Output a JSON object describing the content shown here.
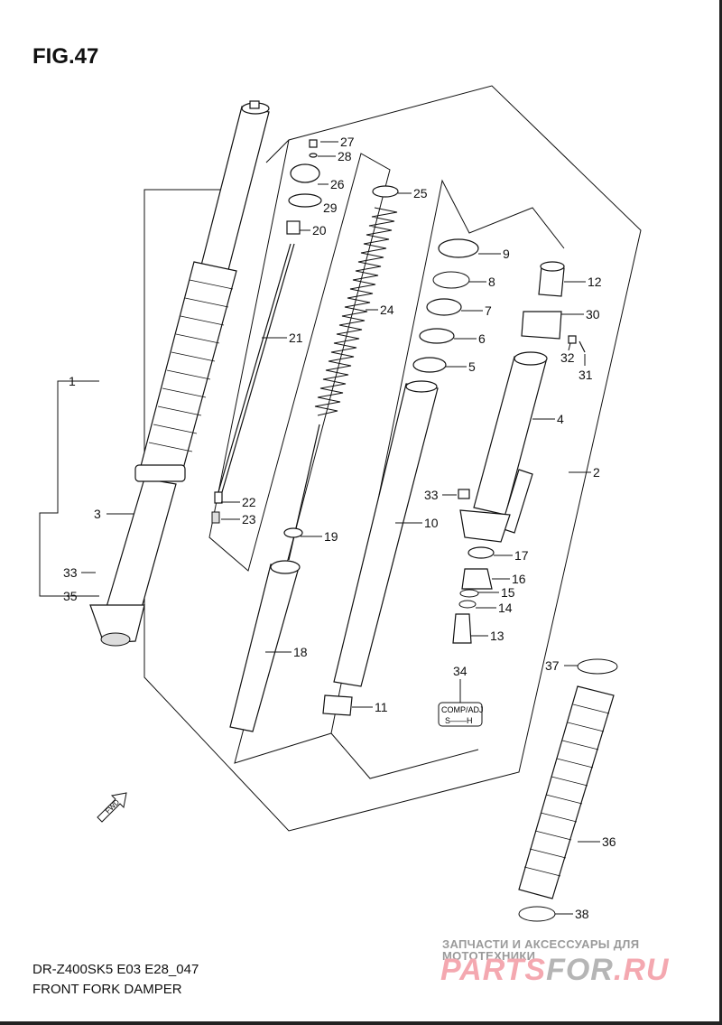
{
  "figure": "FIG.47",
  "model_code": "DR-Z400SK5 E03 E28_047",
  "diagram_title": "FRONT FORK DAMPER",
  "watermark": {
    "subtitle": "ЗАПЧАСТИ И АКСЕССУАРЫ ДЛЯ МОТОТЕХНИКИ",
    "brand_a": "PARTS",
    "brand_b": "FOR",
    "brand_c": ".RU"
  },
  "adjuster_badge": {
    "line1": "COMP/ADJ",
    "line2": "S——H"
  },
  "fwd_arrow": "FWD",
  "callouts": {
    "c1": "1",
    "c2": "2",
    "c3": "3",
    "c4": "4",
    "c5": "5",
    "c6": "6",
    "c7": "7",
    "c8": "8",
    "c9": "9",
    "c10": "10",
    "c11": "11",
    "c12": "12",
    "c13": "13",
    "c14": "14",
    "c15": "15",
    "c16": "16",
    "c17": "17",
    "c18": "18",
    "c19": "19",
    "c20": "20",
    "c21": "21",
    "c22": "22",
    "c23": "23",
    "c24": "24",
    "c25": "25",
    "c26": "26",
    "c27": "27",
    "c28": "28",
    "c29": "29",
    "c30": "30",
    "c31": "31",
    "c32": "32",
    "c33a": "33",
    "c33b": "33",
    "c34": "34",
    "c35": "35",
    "c36": "36",
    "c37": "37",
    "c38": "38"
  }
}
